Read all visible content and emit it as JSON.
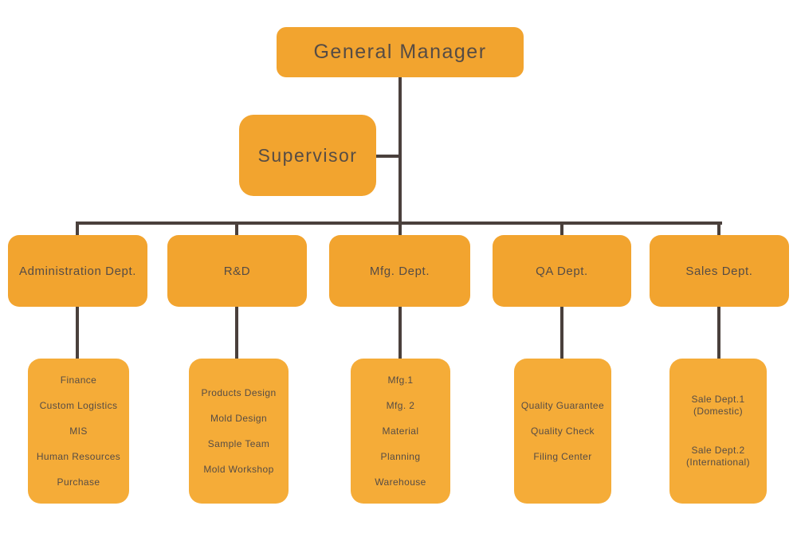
{
  "colors": {
    "box_top": "#F2A42F",
    "box_sub": "#F5AC38",
    "line": "#4A403C",
    "text": "#564C45"
  },
  "chart_data": {
    "type": "org-chart",
    "root": "General Manager",
    "staff": "Supervisor",
    "departments": [
      "Administration Dept.",
      "R&D",
      "Mfg. Dept.",
      "QA Dept.",
      "Sales Dept."
    ]
  },
  "root": {
    "label": "General Manager"
  },
  "supervisor": {
    "label": "Supervisor"
  },
  "departments": [
    {
      "label": "Administration Dept.",
      "items": [
        "Finance",
        "Custom Logistics",
        "MIS",
        "Human Resources",
        "Purchase"
      ]
    },
    {
      "label": "R&D",
      "items": [
        "Products Design",
        "Mold Design",
        "Sample Team",
        "Mold Workshop"
      ]
    },
    {
      "label": "Mfg. Dept.",
      "items": [
        "Mfg.1",
        "Mfg. 2",
        "Material",
        "Planning",
        "Warehouse"
      ]
    },
    {
      "label": "QA Dept.",
      "items": [
        "Quality Guarantee",
        "Quality Check",
        "Filing Center"
      ]
    },
    {
      "label": "Sales Dept.",
      "items": [
        {
          "line1": "Sale Dept.1",
          "line2": "(Domestic)"
        },
        {
          "line1": "Sale Dept.2",
          "line2": "(International)"
        }
      ]
    }
  ]
}
